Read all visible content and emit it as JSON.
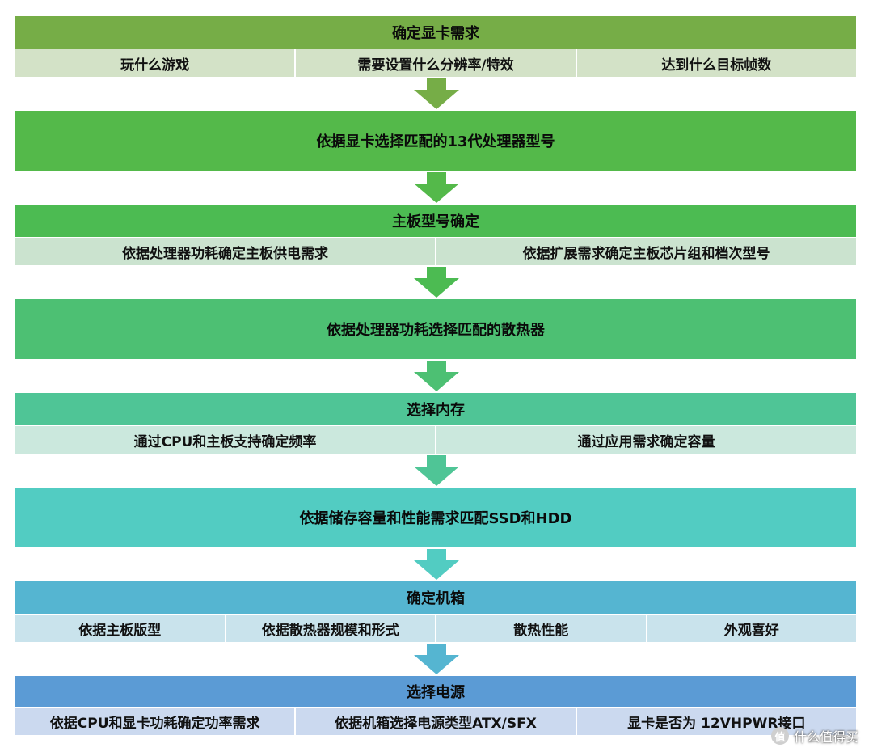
{
  "colors": {
    "stage1": "#76ad47",
    "stage1_sub": "#d3e2c7",
    "stage2": "#54b94a",
    "stage3": "#4cbb52",
    "stage3_sub": "#cbe3cf",
    "stage4": "#4dc073",
    "stage5": "#4fc596",
    "stage5_sub": "#cbe8dd",
    "stage6": "#52ccc2",
    "stage7": "#55b5d1",
    "stage7_sub": "#c9e3ec",
    "stage8": "#5b9bd5",
    "stage8_sub": "#cbd9ef"
  },
  "stages": {
    "gpu": {
      "title": "确定显卡需求",
      "items": [
        "玩什么游戏",
        "需要设置什么分辨率/特效",
        "达到什么目标帧数"
      ]
    },
    "cpu": {
      "title": "依据显卡选择匹配的13代处理器型号"
    },
    "motherboard": {
      "title": "主板型号确定",
      "items": [
        "依据处理器功耗确定主板供电需求",
        "依据扩展需求确定主板芯片组和档次型号"
      ]
    },
    "cooler": {
      "title": "依据处理器功耗选择匹配的散热器"
    },
    "memory": {
      "title": "选择内存",
      "items": [
        "通过CPU和主板支持确定频率",
        "通过应用需求确定容量"
      ]
    },
    "storage": {
      "title": "依据储存容量和性能需求匹配SSD和HDD"
    },
    "case": {
      "title": "确定机箱",
      "items": [
        "依据主板版型",
        "依据散热器规模和形式",
        "散热性能",
        "外观喜好"
      ]
    },
    "psu": {
      "title": "选择电源",
      "items": [
        "依据CPU和显卡功耗确定功率需求",
        "依据机箱选择电源类型ATX/SFX",
        "显卡是否为 12VHPWR接口"
      ]
    }
  },
  "watermark": {
    "icon_text": "值",
    "label": "什么值得买"
  }
}
